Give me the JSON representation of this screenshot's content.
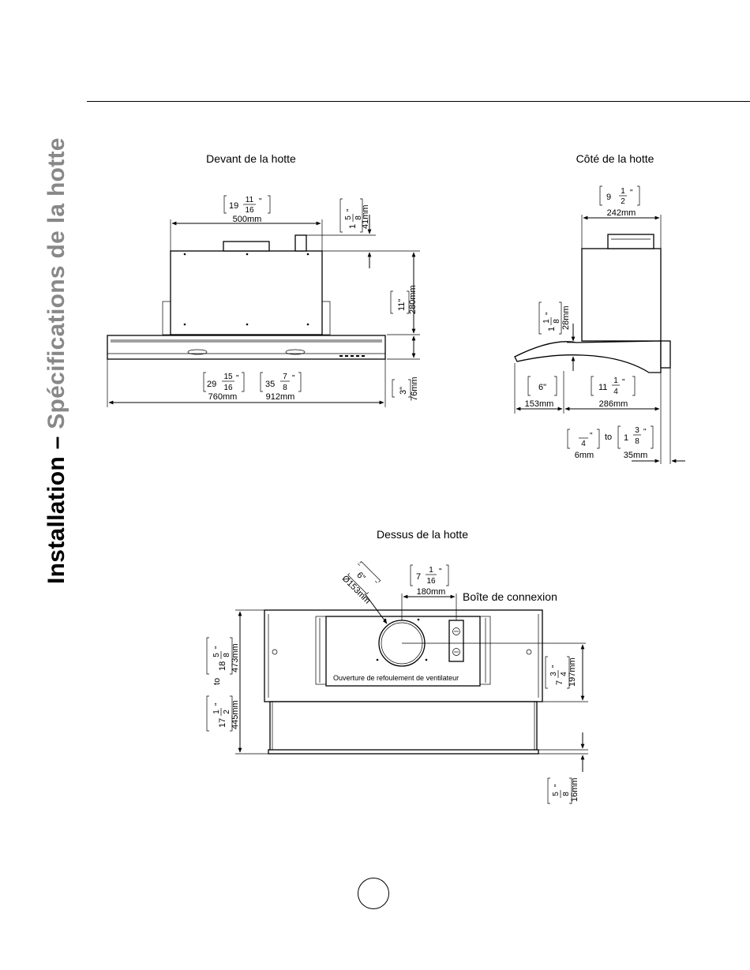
{
  "side_title": {
    "part1": "Installation – ",
    "part2": "Spécifications de la hotte"
  },
  "views": {
    "front": {
      "title": "Devant de la hotte",
      "dims": {
        "width_in": {
          "whole": "19",
          "num": "11",
          "den": "16",
          "unit": "\""
        },
        "width_mm": "500mm",
        "top_in": {
          "whole": "1",
          "num": "5",
          "den": "8",
          "unit": "\""
        },
        "top_mm": "41mm",
        "body_in": "11\"",
        "body_mm": "280mm",
        "front_in": "3\"",
        "front_mm": "76mm",
        "w1_in": {
          "whole": "29",
          "num": "15",
          "den": "16",
          "unit": "\""
        },
        "w1_mm": "760mm",
        "w2_in": {
          "whole": "35",
          "num": "7",
          "den": "8",
          "unit": "\""
        },
        "w2_mm": "912mm"
      }
    },
    "side": {
      "title": "Côté de la hotte",
      "dims": {
        "depth_in": {
          "whole": "9",
          "num": "1",
          "den": "2",
          "unit": "\""
        },
        "depth_mm": "242mm",
        "trim_in": {
          "whole": "1",
          "num": "1",
          "den": "8",
          "unit": "\""
        },
        "trim_mm": "28mm",
        "a_in": "6\"",
        "a_mm": "153mm",
        "b_in": {
          "whole": "11",
          "num": "1",
          "den": "4",
          "unit": "\""
        },
        "b_mm": "286mm",
        "c_in": {
          "whole": "",
          "num": "",
          "den": "4",
          "unit": "\""
        },
        "c_mm": "6mm",
        "to": "to",
        "d_in": {
          "whole": "1",
          "num": "3",
          "den": "8",
          "unit": "\""
        },
        "d_mm": "35mm"
      }
    },
    "top": {
      "title": "Dessus de la hotte",
      "junction_box": "Boîte de connexion",
      "blower_outlet": "Ouverture de refoulement de ventilateur",
      "dims": {
        "duct_in": "6\"",
        "duct_mm": "Ø153mm",
        "offset_in": {
          "whole": "7",
          "num": "1",
          "den": "16",
          "unit": "\""
        },
        "offset_mm": "180mm",
        "depth1_in": {
          "whole": "18",
          "num": "5",
          "den": "8",
          "unit": "\""
        },
        "depth1_mm": "473mm",
        "to": "to",
        "depth2_in": {
          "whole": "17",
          "num": "1",
          "den": "2",
          "unit": "\""
        },
        "depth2_mm": "445mm",
        "box_in": {
          "whole": "7",
          "num": "3",
          "den": "4",
          "unit": "\""
        },
        "box_mm": "197mm",
        "lip_in": {
          "whole": "",
          "num": "5",
          "den": "8",
          "unit": "\""
        },
        "lip_mm": "16mm"
      }
    }
  }
}
